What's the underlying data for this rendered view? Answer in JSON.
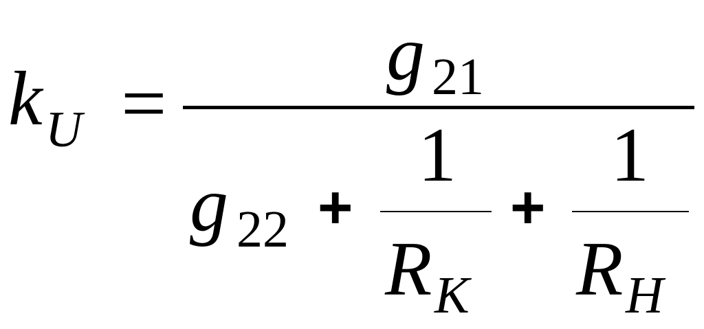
{
  "formula": {
    "lhs": {
      "symbol": "k",
      "subscript": "U"
    },
    "equals": "=",
    "numerator": {
      "symbol": "g",
      "subscript": "21"
    },
    "denominator": {
      "term1": {
        "symbol": "g",
        "subscript": "22"
      },
      "plus1": "+",
      "fraction1": {
        "numerator": "1",
        "denominator_symbol": "R",
        "denominator_subscript": "K"
      },
      "plus2": "+",
      "fraction2": {
        "numerator": "1",
        "denominator_symbol": "R",
        "denominator_subscript": "H"
      }
    }
  }
}
